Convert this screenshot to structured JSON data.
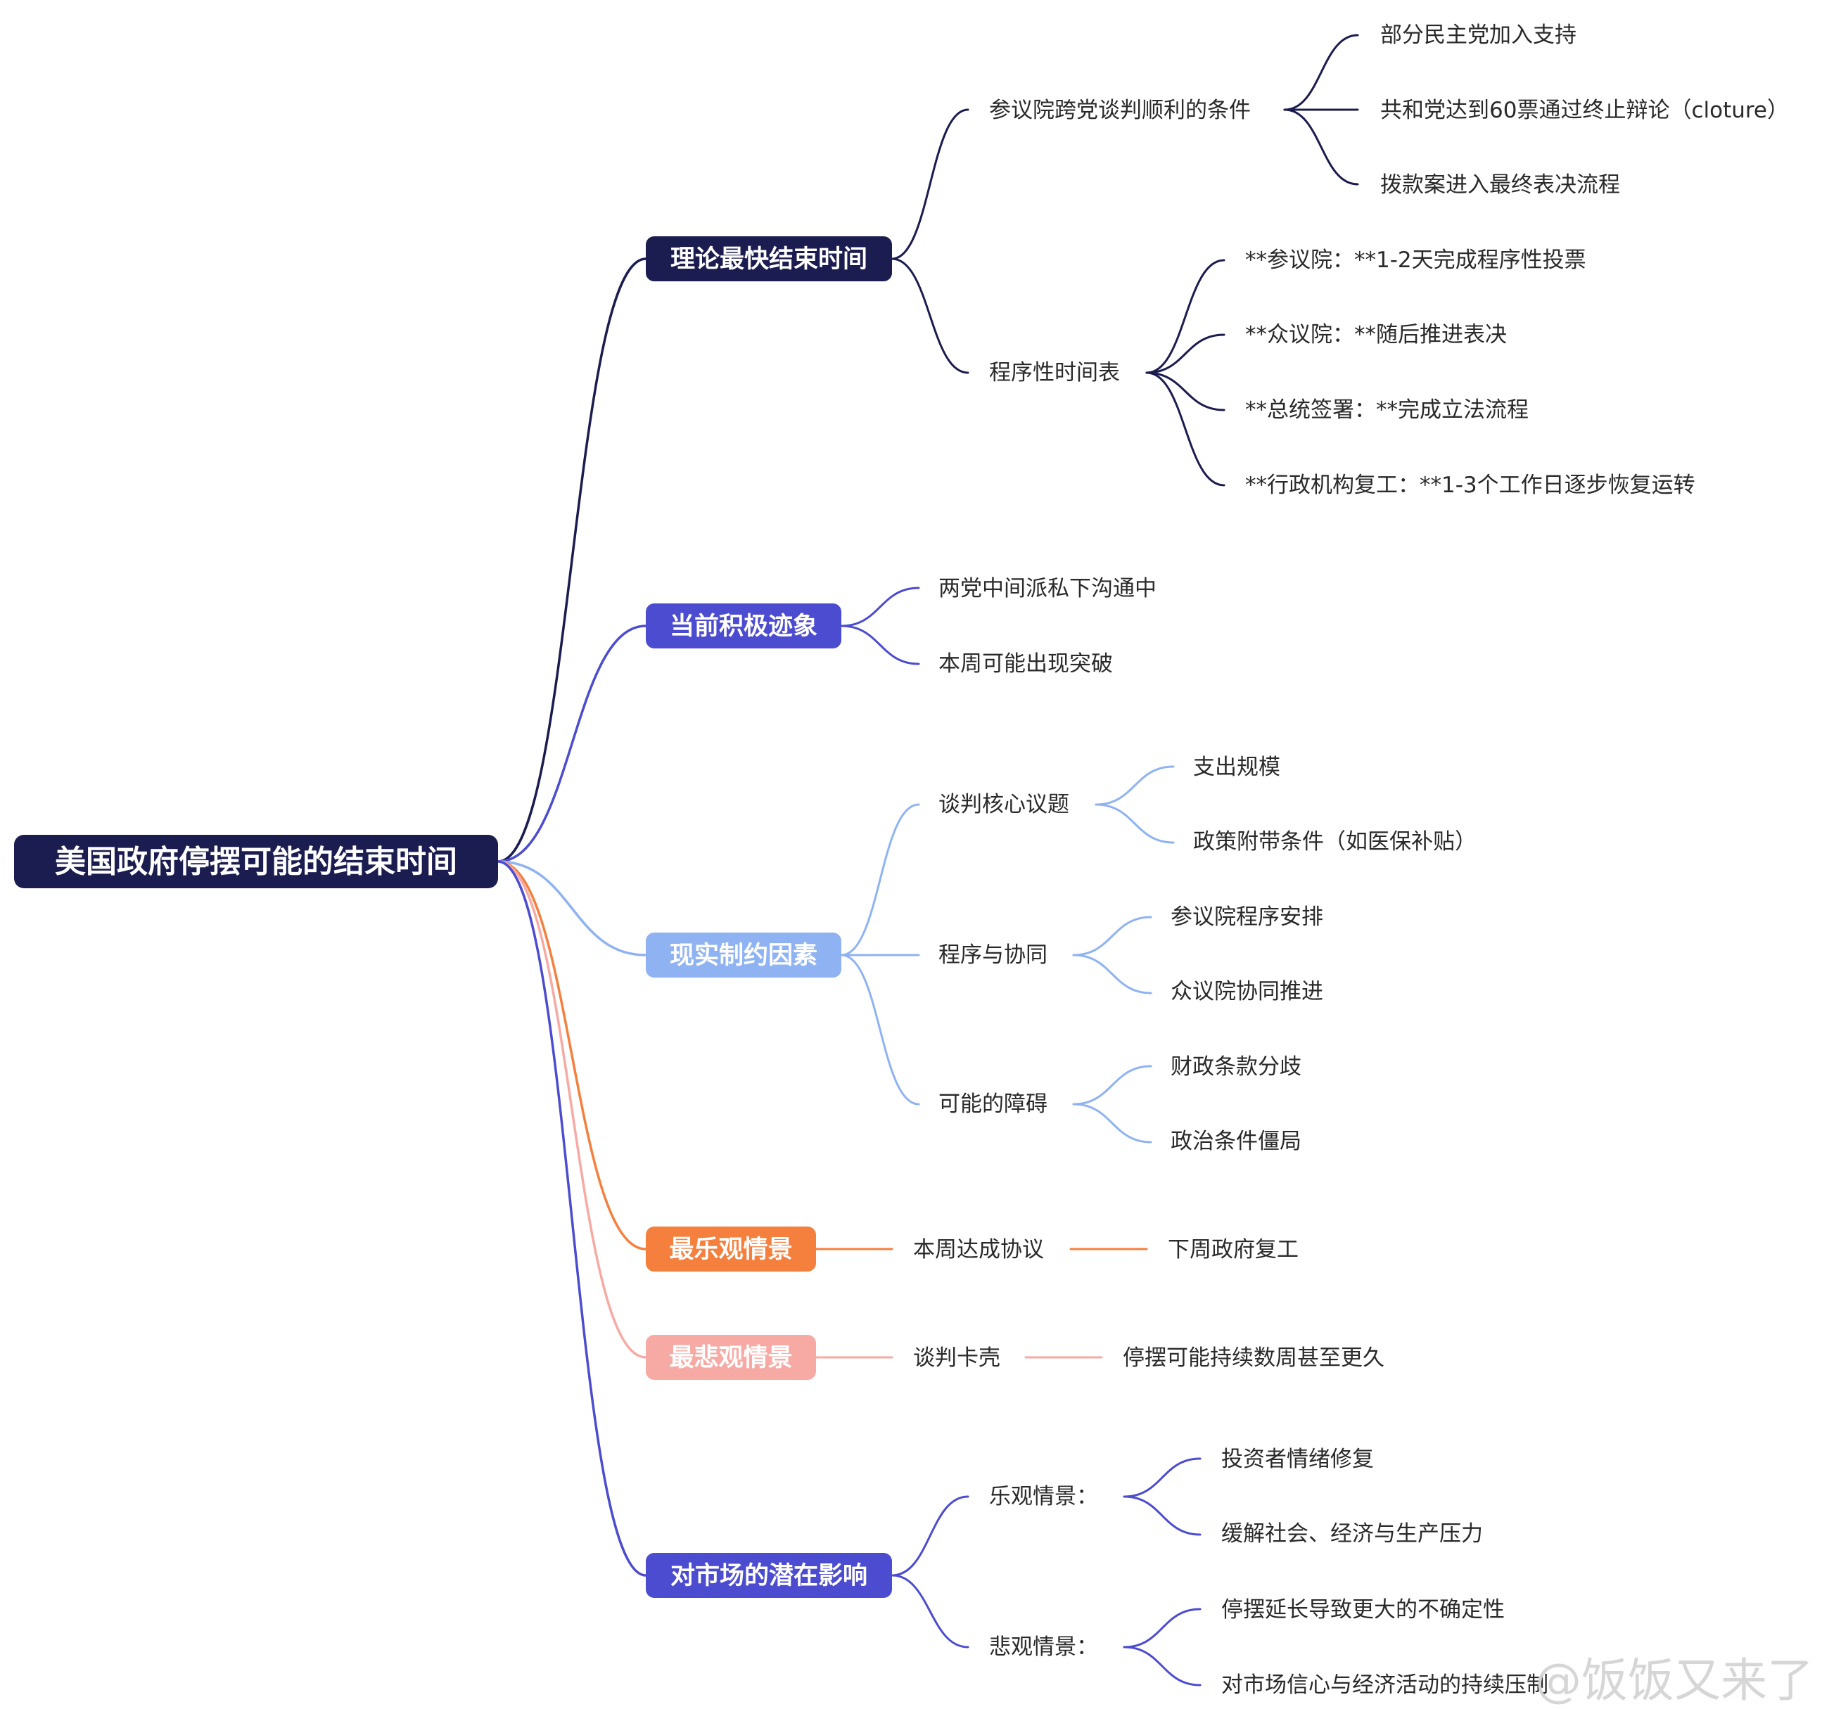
{
  "watermark": "@饭饭又来了",
  "colors": {
    "root": "#1b1c4f",
    "branch_theory": "#1b1c4f",
    "branch_positive": "#4c4cd0",
    "branch_constraints": "#8fb3f2",
    "branch_optimistic": "#f57f3c",
    "branch_pessimistic": "#f7aaa4",
    "branch_market": "#4c4cd0",
    "text": "#2a2a2a",
    "watermark": "#cfcfcf"
  },
  "root": {
    "label": "美国政府停摆可能的结束时间"
  },
  "branches": [
    {
      "label": "理论最快结束时间",
      "children": [
        {
          "label": "参议院跨党谈判顺利的条件",
          "children": [
            "部分民主党加入支持",
            "共和党达到60票通过终止辩论（cloture）",
            "拨款案进入最终表决流程"
          ]
        },
        {
          "label": "程序性时间表",
          "children": [
            "**参议院：**1-2天完成程序性投票",
            "**众议院：**随后推进表决",
            "**总统签署：**完成立法流程",
            "**行政机构复工：**1-3个工作日逐步恢复运转"
          ]
        }
      ]
    },
    {
      "label": "当前积极迹象",
      "children": [
        {
          "label": "两党中间派私下沟通中"
        },
        {
          "label": "本周可能出现突破"
        }
      ]
    },
    {
      "label": "现实制约因素",
      "children": [
        {
          "label": "谈判核心议题",
          "children": [
            "支出规模",
            "政策附带条件（如医保补贴）"
          ]
        },
        {
          "label": "程序与协同",
          "children": [
            "参议院程序安排",
            "众议院协同推进"
          ]
        },
        {
          "label": "可能的障碍",
          "children": [
            "财政条款分歧",
            "政治条件僵局"
          ]
        }
      ]
    },
    {
      "label": "最乐观情景",
      "children": [
        {
          "label": "本周达成协议",
          "children": [
            "下周政府复工"
          ]
        }
      ]
    },
    {
      "label": "最悲观情景",
      "children": [
        {
          "label": "谈判卡壳",
          "children": [
            "停摆可能持续数周甚至更久"
          ]
        }
      ]
    },
    {
      "label": "对市场的潜在影响",
      "children": [
        {
          "label": "乐观情景：",
          "children": [
            "投资者情绪修复",
            "缓解社会、经济与生产压力"
          ]
        },
        {
          "label": "悲观情景：",
          "children": [
            "停摆延长导致更大的不确定性",
            "对市场信心与经济活动的持续压制"
          ]
        }
      ]
    }
  ]
}
